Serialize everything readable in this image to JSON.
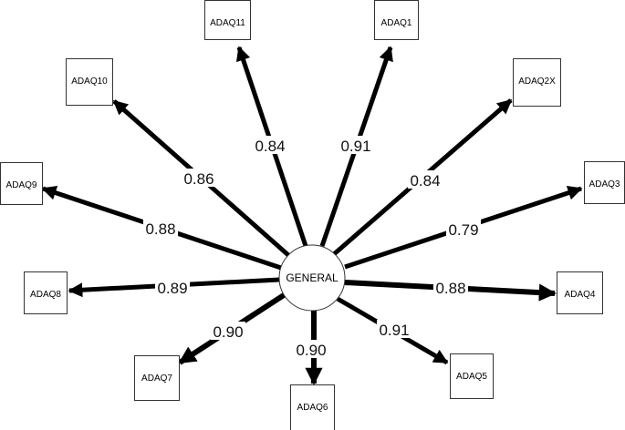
{
  "diagram": {
    "center": {
      "label": "GENERAL"
    },
    "indicators": [
      {
        "label": "ADAQ11",
        "loading": "0.84"
      },
      {
        "label": "ADAQ1",
        "loading": "0.91"
      },
      {
        "label": "ADAQ2X",
        "loading": "0.84"
      },
      {
        "label": "ADAQ3",
        "loading": "0.79"
      },
      {
        "label": "ADAQ4",
        "loading": "0.88"
      },
      {
        "label": "ADAQ5",
        "loading": "0.91"
      },
      {
        "label": "ADAQ6",
        "loading": "0.90"
      },
      {
        "label": "ADAQ7",
        "loading": "0.90"
      },
      {
        "label": "ADAQ8",
        "loading": "0.89"
      },
      {
        "label": "ADAQ9",
        "loading": "0.88"
      },
      {
        "label": "ADAQ10",
        "loading": "0.86"
      }
    ]
  },
  "colors": {
    "edge": "#000000",
    "node_border": "#333333",
    "background": "#ffffff"
  }
}
